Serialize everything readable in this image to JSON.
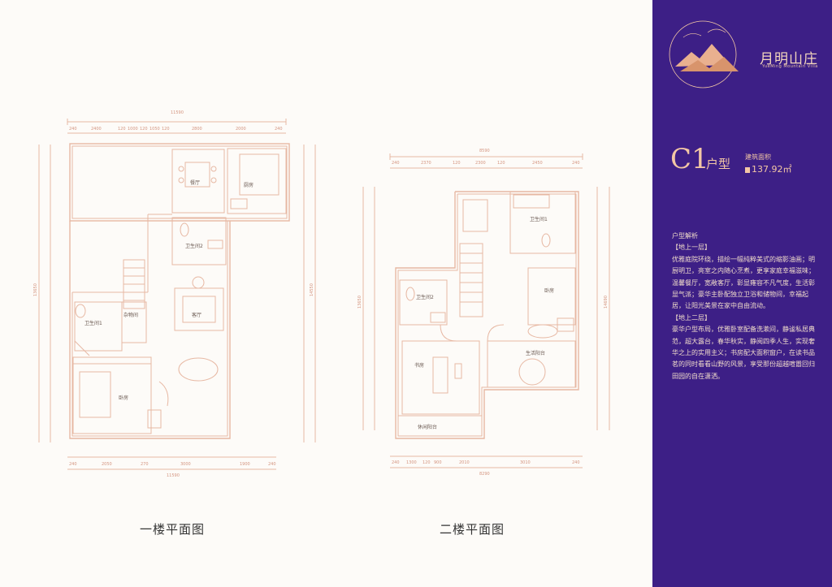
{
  "plans": {
    "floor1_caption": "一楼平面图",
    "floor2_caption": "二楼平面图",
    "floor1_rooms": {
      "dining": "餐厅",
      "kitchen": "厨房",
      "bath2": "卫生间2",
      "storage": "杂物间",
      "bath1": "卫生间1",
      "living": "客厅",
      "bedroom": "卧房"
    },
    "floor2_rooms": {
      "bath1": "卫生间1",
      "bedroom": "卧房",
      "bath2": "卫生间2",
      "study": "书房",
      "terrace": "生活阳台",
      "balcony": "休闲阳台"
    },
    "floor1_dims": {
      "top_total": "11590",
      "top_segments": [
        "240",
        "2400",
        "120",
        "1000",
        "120",
        "1050",
        "120",
        "2800",
        "2000",
        "240"
      ],
      "bottom_segments": [
        "240",
        "2050",
        "270",
        "3000",
        "1900",
        "240"
      ],
      "bottom_total": "11590",
      "left_total": "13650",
      "right_total": "14550"
    },
    "floor2_dims": {
      "top_total": "8590",
      "top_segments": [
        "240",
        "2370",
        "120",
        "2300",
        "120",
        "2450",
        "240"
      ],
      "bottom_segments": [
        "240",
        "1300",
        "120",
        "900",
        "2010",
        "3010",
        "240"
      ],
      "bottom_total": "8290",
      "left_total": "13650",
      "right_total": "14690"
    }
  },
  "brand": {
    "name": "月明山庄",
    "subtitle": "YueMing Mountain Villa"
  },
  "unit": {
    "code": "C1",
    "type_label": "户型",
    "area_label": "建筑面积",
    "area_value": "137.92㎡"
  },
  "description": {
    "heading": "户型解析",
    "section1_title": "【地上一层】",
    "section1_text": "优雅庭院环绕，描绘一幅纯粹美式的缩影油画；明厨明卫，亮室之内随心烹煮，更享家庭幸福滋味；温馨餐厅，宽敞客厅，彰显雍容不凡气度，生活彰显气派；豪华主卧配独立卫浴和储物间，幸福起居，让阳光美景在家中自由流动。",
    "section2_title": "【地上二层】",
    "section2_text": "豪华户型布局，优雅卧室配备洗漱间，静谧私居典范，超大露台，春华秋实，静阅四季人生，实现奢华之上的实用主义；书房配大面积窗户，在读书品茗的同时看看山野的风景，享受那份超越喧嚣回归田园的自在潇洒。"
  },
  "colors": {
    "panel": "#3d1f86",
    "accent": "#f3c7a5",
    "line": "#e7b8a3"
  }
}
